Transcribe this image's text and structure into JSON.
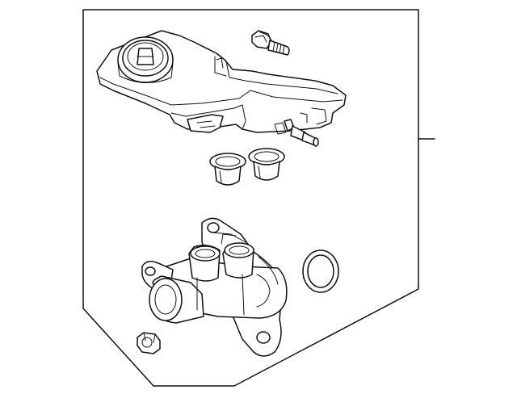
{
  "diagram": {
    "kind": "exploded parts diagram",
    "line_color": "#111111",
    "background": "#ffffff",
    "parts": [
      "reservoir",
      "reservoir-cap",
      "mounting-bolt",
      "reservoir-grommet",
      "reservoir-grommet",
      "master-cylinder",
      "o-ring",
      "nut"
    ]
  }
}
